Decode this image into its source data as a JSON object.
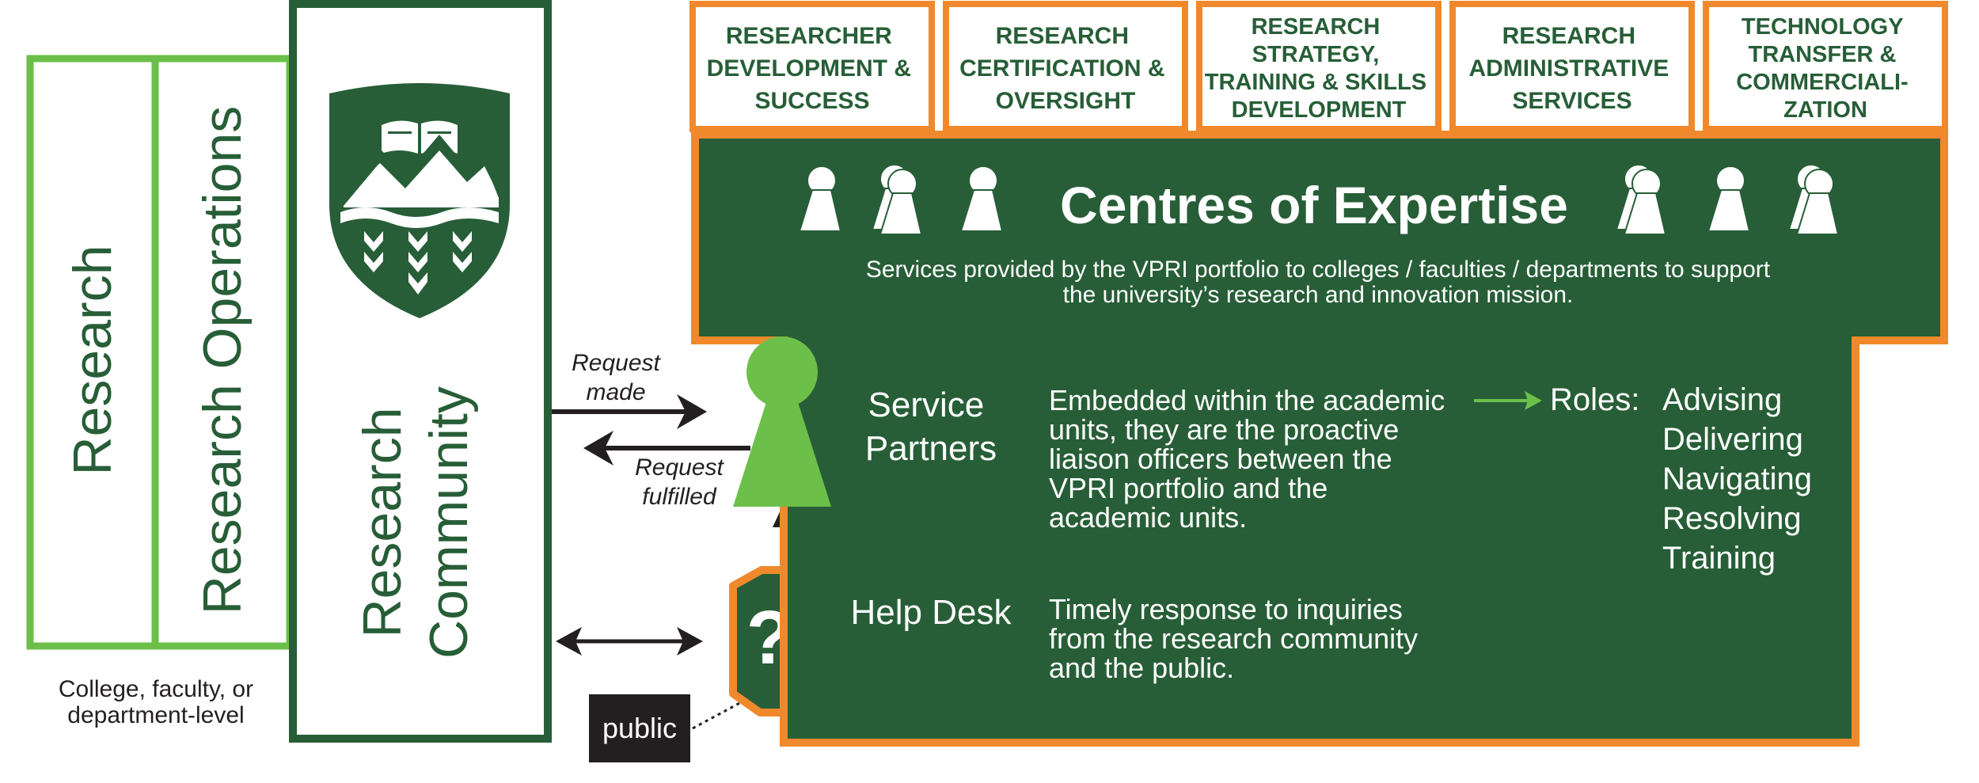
{
  "left_panels": {
    "research": "Research",
    "research_operations": "Research Operations",
    "caption_line1": "College, faculty, or",
    "caption_line2": "department-level"
  },
  "community": {
    "line1": "Research",
    "line2": "Community"
  },
  "arrows": {
    "request_made_1": "Request",
    "request_made_2": "made",
    "request_fulfilled_1": "Request",
    "request_fulfilled_2": "fulfilled"
  },
  "public_label": "public",
  "help_icon_glyph": "?",
  "top_boxes": [
    {
      "lines": [
        "RESEARCHER",
        "DEVELOPMENT &",
        "SUCCESS"
      ]
    },
    {
      "lines": [
        "RESEARCH",
        "CERTIFICATION &",
        "OVERSIGHT"
      ]
    },
    {
      "lines": [
        "RESEARCH",
        "STRATEGY,",
        "TRAINING & SKILLS",
        "DEVELOPMENT"
      ]
    },
    {
      "lines": [
        "RESEARCH",
        "ADMINISTRATIVE",
        "SERVICES"
      ]
    },
    {
      "lines": [
        "TECHNOLOGY",
        "TRANSFER &",
        "COMMERCIALI-",
        "ZATION"
      ]
    }
  ],
  "centre": {
    "title": "Centres of Expertise",
    "subtitle_line1": "Services provided by the VPRI portfolio to colleges / faculties / departments to support",
    "subtitle_line2": "the university’s research and innovation mission."
  },
  "service_partners": {
    "label_line1": "Service",
    "label_line2": "Partners",
    "desc": [
      "Embedded within the academic",
      "units, they are the proactive",
      "liaison officers between the",
      "VPRI portfolio and the",
      "academic units."
    ]
  },
  "roles": {
    "label": "Roles:",
    "items": [
      "Advising",
      "Delivering",
      "Navigating",
      "Resolving",
      "Training"
    ]
  },
  "help_desk": {
    "label": "Help Desk",
    "desc": [
      "Timely response to inquiries",
      "from the research community",
      "and the public."
    ]
  },
  "colors": {
    "dark_green": "#275e37",
    "light_green": "#6cc04a",
    "orange": "#f0892b",
    "black": "#231f20",
    "white": "#ffffff"
  }
}
